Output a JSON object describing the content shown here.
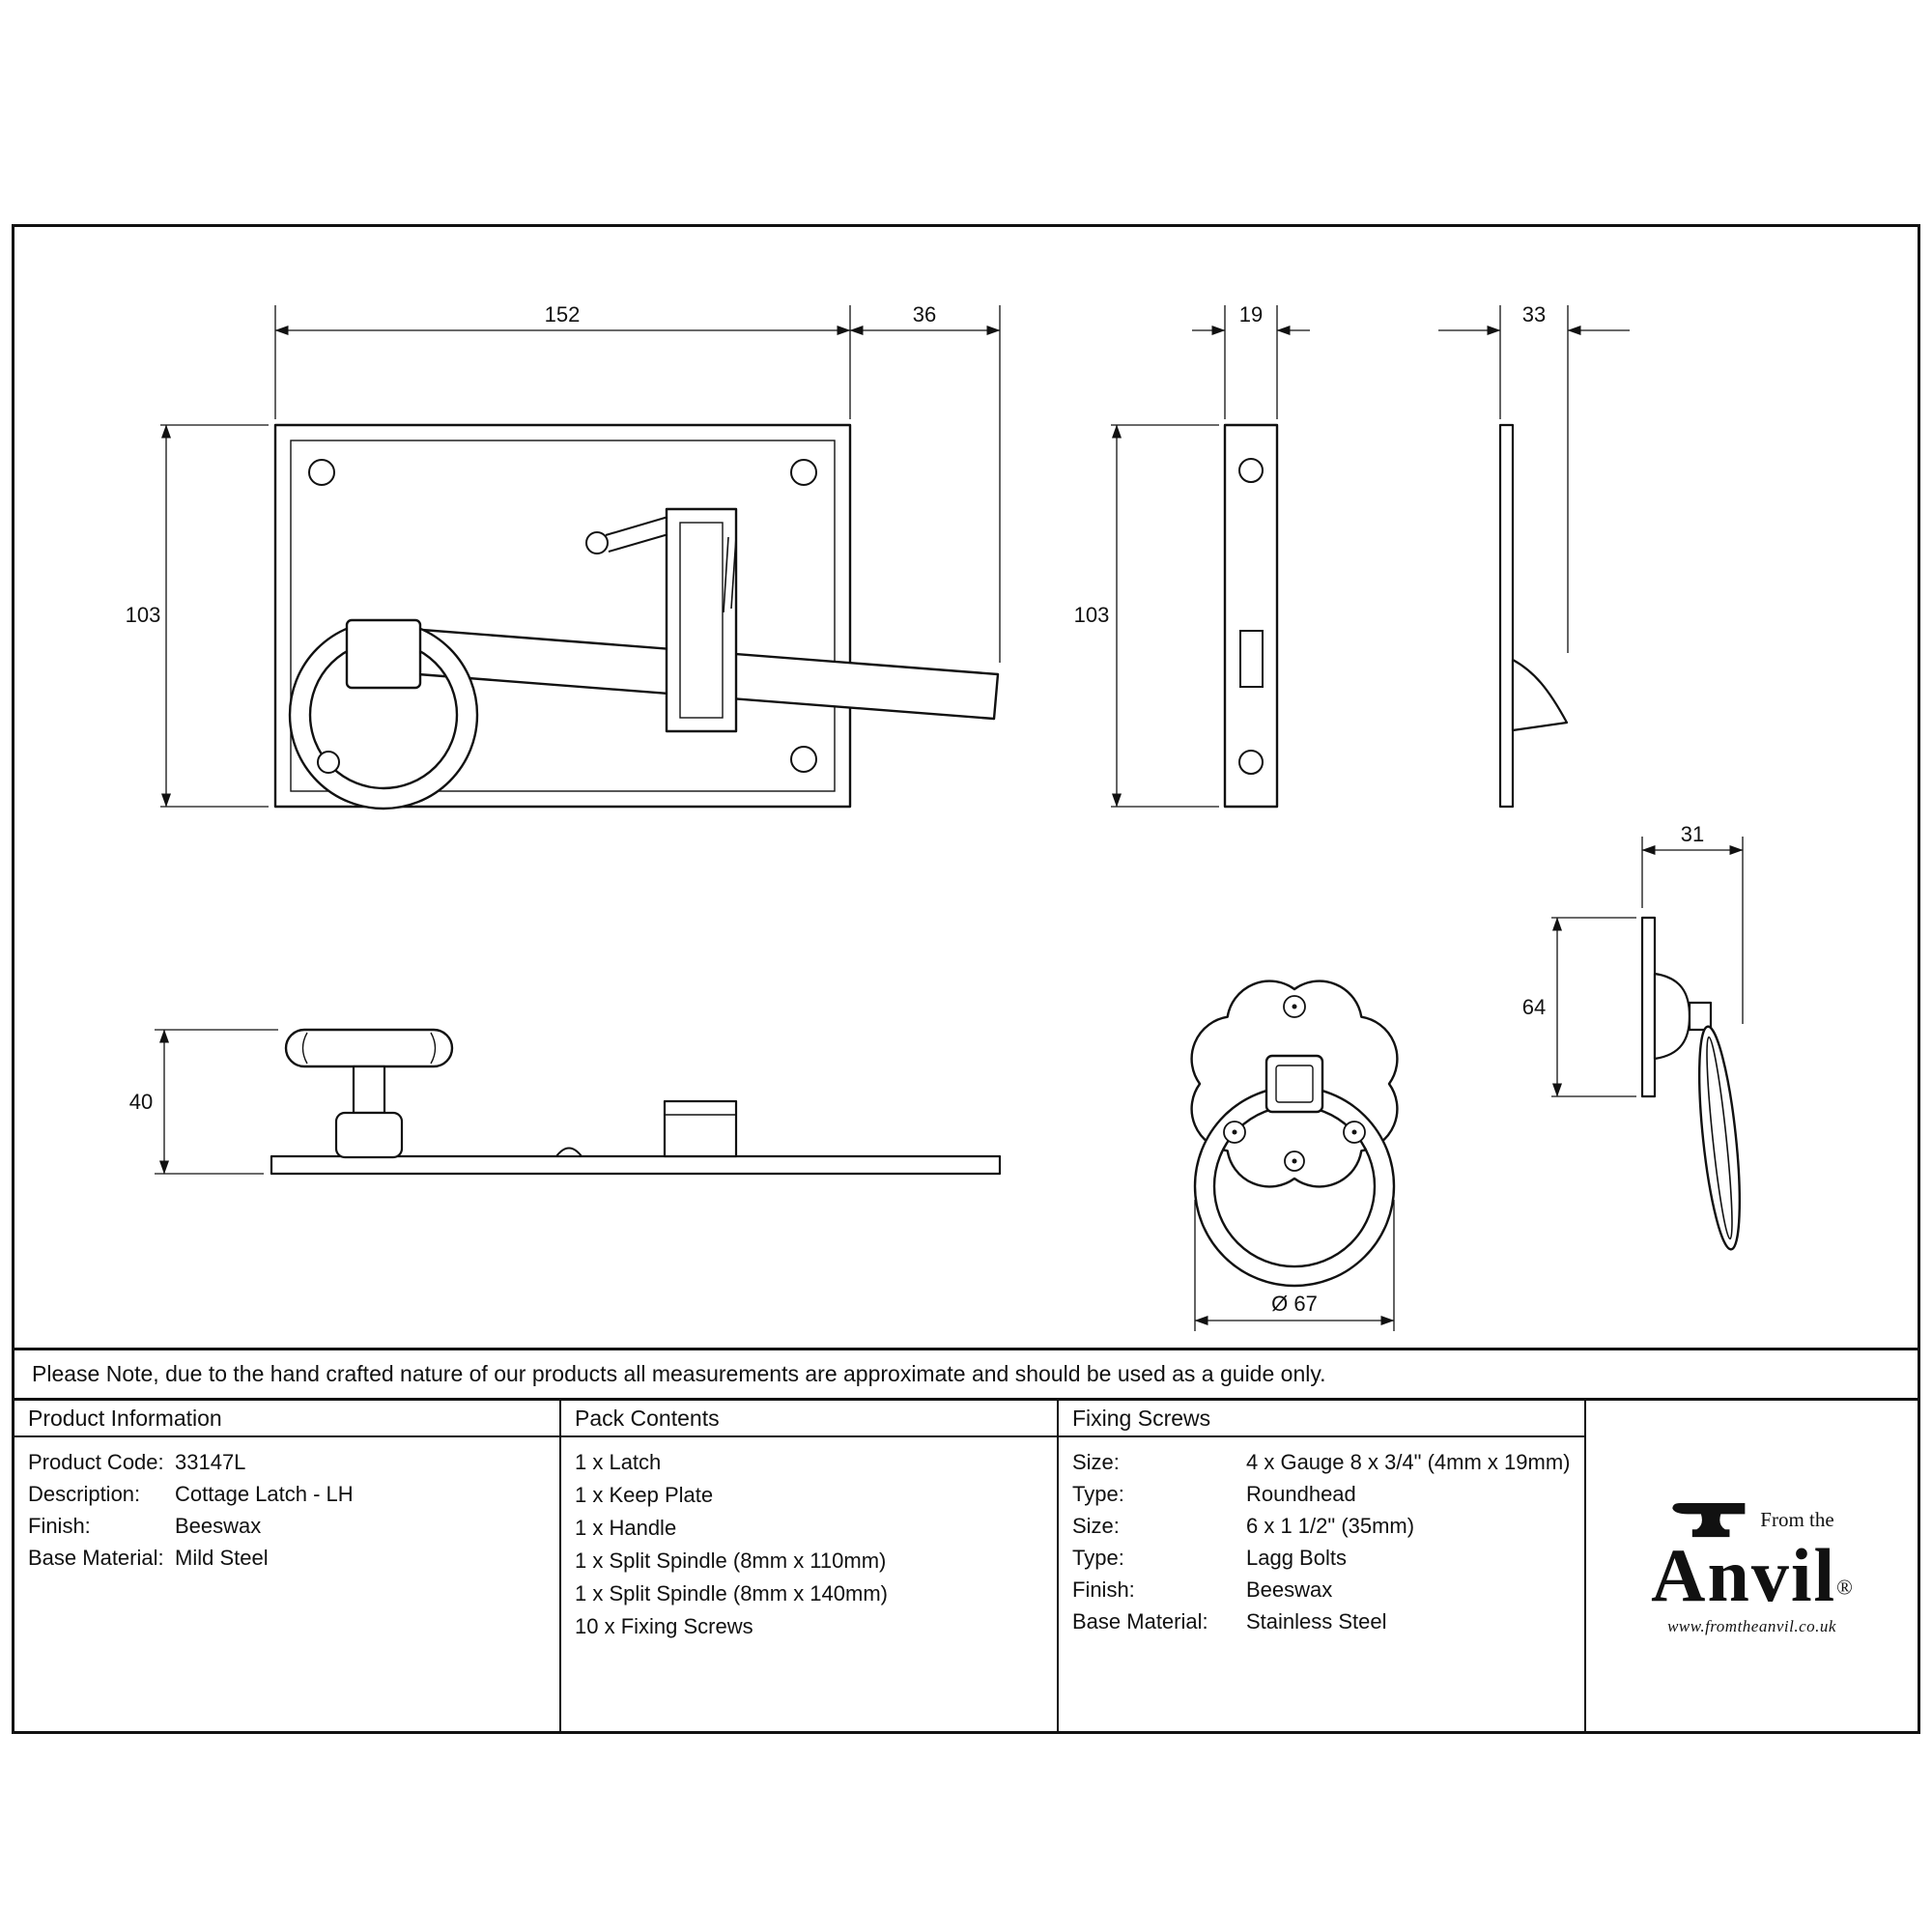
{
  "note": "Please Note, due to the hand crafted nature of our products all measurements are approximate and should be used as a guide only.",
  "product_information": {
    "header": "Product Information",
    "rows": [
      {
        "label": "Product Code:",
        "value": "33147L"
      },
      {
        "label": "Description:",
        "value": "Cottage Latch - LH"
      },
      {
        "label": "Finish:",
        "value": "Beeswax"
      },
      {
        "label": "Base Material:",
        "value": "Mild Steel"
      }
    ]
  },
  "pack_contents": {
    "header": "Pack Contents",
    "items": [
      "1 x Latch",
      "1 x Keep Plate",
      "1 x Handle",
      "1 x Split Spindle (8mm x 110mm)",
      "1 x Split Spindle (8mm x 140mm)",
      "10 x Fixing Screws"
    ]
  },
  "fixing_screws": {
    "header": "Fixing Screws",
    "rows": [
      {
        "label": "Size:",
        "value": "4 x Gauge 8 x 3/4\" (4mm x 19mm)"
      },
      {
        "label": "Type:",
        "value": "Roundhead"
      },
      {
        "label": "Size:",
        "value": "6 x 1 1/2\" (35mm)"
      },
      {
        "label": "Type:",
        "value": "Lagg Bolts"
      },
      {
        "label": "Finish:",
        "value": "Beeswax"
      },
      {
        "label": "Base Material:",
        "value": "Stainless Steel"
      }
    ]
  },
  "brand": {
    "tagline": "From the",
    "name": "Anvil",
    "registered": "®",
    "url": "www.fromtheanvil.co.uk"
  },
  "drawing": {
    "dims": {
      "latch_plate_width": "152",
      "latch_bar_overhang": "36",
      "latch_plate_height": "103",
      "keep_plate_width": "19",
      "keep_plate_height": "103",
      "keep_plate_depth": "33",
      "latch_side_height": "40",
      "ring_diameter": "Ø 67",
      "handle_depth": "31",
      "handle_rose_height": "64"
    }
  }
}
